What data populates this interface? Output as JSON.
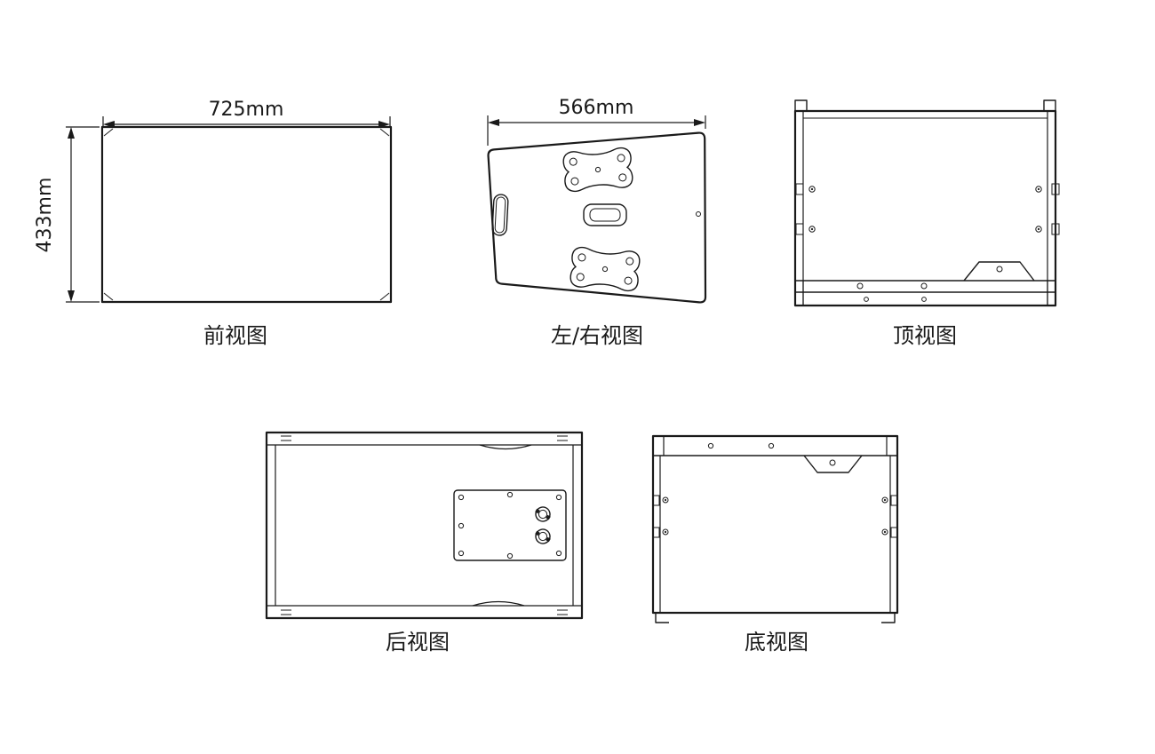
{
  "views": {
    "front": {
      "label": "前视图",
      "dim_width": "725mm",
      "dim_height": "433mm"
    },
    "side": {
      "label": "左/右视图",
      "dim_depth": "566mm"
    },
    "top": {
      "label": "顶视图"
    },
    "rear": {
      "label": "后视图"
    },
    "bottom": {
      "label": "底视图"
    }
  },
  "colors": {
    "line": "#1a1a1a",
    "background": "#ffffff"
  }
}
